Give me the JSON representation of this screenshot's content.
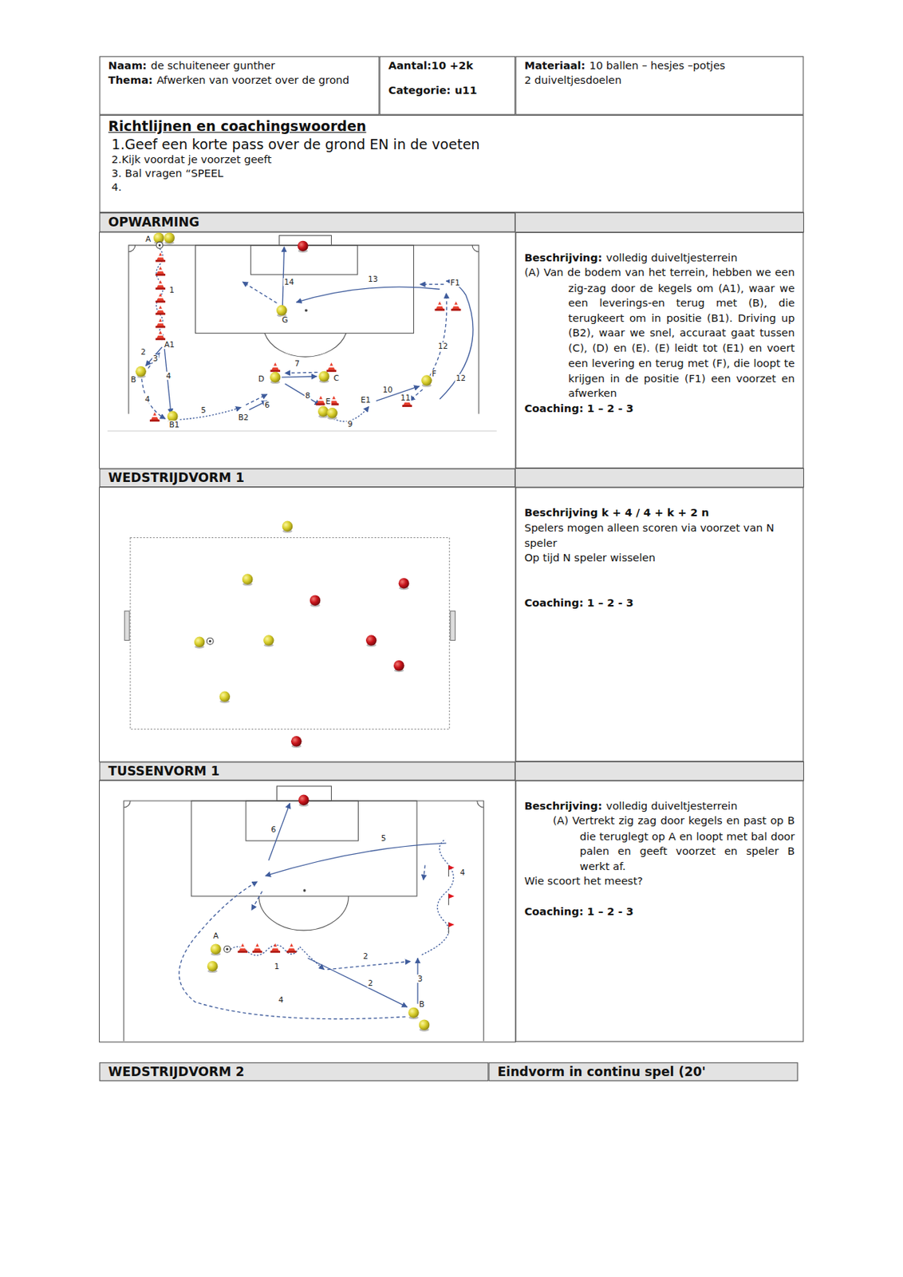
{
  "diagram": {
    "nodes": [
      {
        "text": [
          "Naam:",
          "de schuiteneer gunther",
          "Thema:",
          "Afwerken van voorzet over de grond"
        ]
      },
      {
        "text": [
          "Aantal:10 +2k",
          "Categorie:",
          "u11"
        ]
      },
      {
        "text": [
          "Materiaal:",
          "10 ballen – hesjes –potjes",
          "2 duiveltjesdoelen"
        ]
      },
      {
        "text": [
          "Richtlijnen en coachingswoorden",
          "1.Geef een korte pass over de grond EN in de voeten",
          "2.Kijk voordat je voorzet geeft",
          "3. Bal vragen “SPEEL",
          "4."
        ]
      },
      {
        "text": [
          "OPWARMING"
        ]
      },
      {
        "text": [
          "Beschrijving:",
          "volledig duiveltjesterrein",
          "(A) Van de bodem van het terrein, hebben we een zig-zag door de kegels om (A1), waar we een leverings-en terug met (B), die terugkeert om in positie (B1). Driving up (B2), waar we snel, accuraat gaat tussen (C), (D) en (E). (E) leidt tot (E1) en voert een levering en terug met (F), die loopt te krijgen in de positie (F1) een voorzet en afwerken",
          "Coaching: 1 – 2 - 3"
        ]
      },
      {
        "text": [
          "WEDSTRIJDVORM 1"
        ]
      },
      {
        "text": [
          "Beschrijving k + 4 / 4 + k + 2 n",
          "Spelers mogen alleen scoren via voorzet van N speler",
          "Op tijd N speler wisselen",
          "Coaching: 1 – 2 - 3"
        ]
      },
      {
        "text": [
          "TUSSENVORM 1"
        ]
      },
      {
        "text": [
          "Beschrijving:",
          "volledig duiveltjesterrein",
          "(A) Vertrekt zig zag door kegels en past op B die teruglegt op A en loopt met bal door palen en geeft voorzet en speler B werkt af.",
          "Wie scoort het meest?",
          "Coaching: 1 – 2 - 3"
        ]
      },
      {
        "text": [
          "WEDSTRIJDVORM 2"
        ]
      },
      {
        "text": [
          "Eindvorm in continu spel (20'"
        ]
      }
    ],
    "labels": [
      "A",
      "1",
      "A1",
      "2",
      "3",
      "B",
      "4",
      "4",
      "B1",
      "5",
      "B2",
      "6",
      "D",
      "7",
      "C",
      "8",
      "E",
      "9",
      "E1",
      "10",
      "11",
      "F",
      "12",
      "12",
      "F1",
      "13",
      "14",
      "G",
      "A",
      "1",
      "2",
      "2",
      "3",
      "B",
      "4",
      "4",
      "5",
      "6"
    ]
  }
}
